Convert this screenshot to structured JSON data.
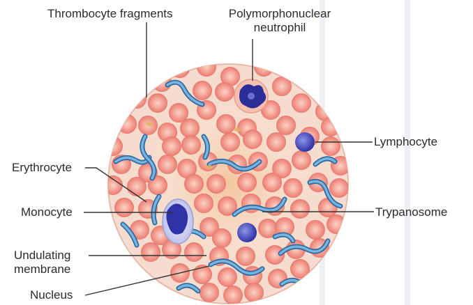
{
  "diagram": {
    "labels": {
      "thrombocyte": "Thrombocyte fragments",
      "neutrophil_line1": "Polymorphonuclear",
      "neutrophil_line2": "neutrophil",
      "lymphocyte": "Lymphocyte",
      "erythrocyte": "Erythrocyte",
      "monocyte": "Monocyte",
      "trypanosome": "Trypanosome",
      "undulating_line1": "Undulating",
      "undulating_line2": "membrane",
      "nucleus": "Nucleus"
    },
    "colors": {
      "plasma": "#f6d9c8",
      "erythrocyte": "#f08a80",
      "erythrocyte_center": "#f8c5b8",
      "trypanosome": "#4a8fc4",
      "nucleus_purple": "#3a3ca8",
      "leader": "#333333"
    }
  }
}
